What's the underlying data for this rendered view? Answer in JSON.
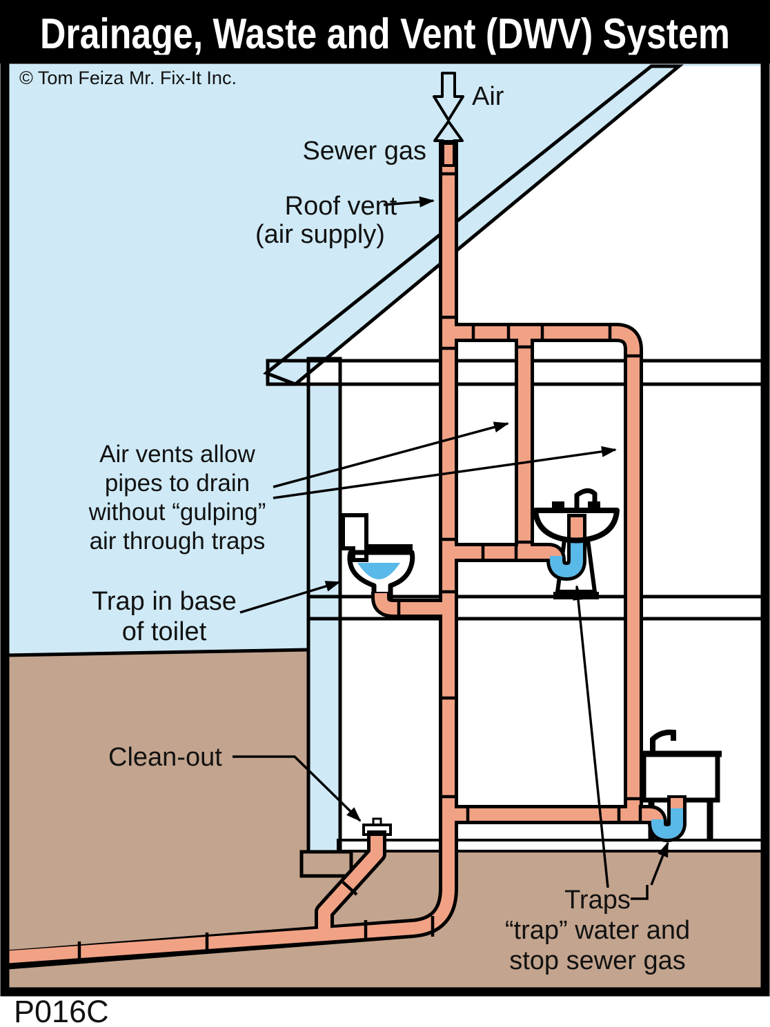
{
  "title": "Drainage, Waste and Vent (DWV) System",
  "copyright": "© Tom Feiza Mr. Fix-It Inc.",
  "figure_code": "P016C",
  "labels": {
    "air": "Air",
    "sewer_gas": "Sewer gas",
    "roof_vent": [
      "Roof vent",
      "(air supply)"
    ],
    "air_vents": [
      "Air vents allow",
      "pipes to drain",
      "without “gulping”",
      "air through traps"
    ],
    "toilet_trap": [
      "Trap in base",
      "of toilet"
    ],
    "clean_out": "Clean-out",
    "traps": [
      "Traps",
      "“trap” water and",
      "stop sewer gas"
    ]
  },
  "colors": {
    "sky": "#cfeaf6",
    "structure": "#fcf8c5",
    "pipe": "#f1a285",
    "ground": "#c3a48e",
    "water": "#59b9e8",
    "footing": "#a8abb8",
    "air_arrow": "#2157a7",
    "sewer_gas_arrow": "#e32726",
    "title_bg": "#000000",
    "title_text": "#ffffff"
  }
}
